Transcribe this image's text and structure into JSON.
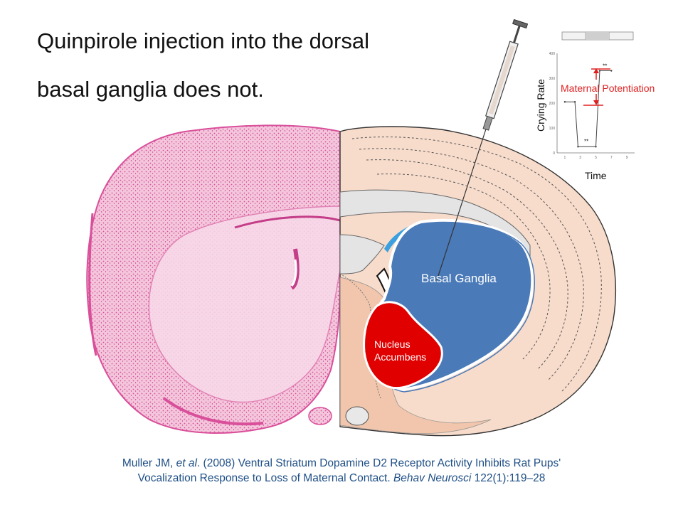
{
  "slide": {
    "title_line1": "Quinpirole injection into the dorsal",
    "title_line2": "basal ganglia does not."
  },
  "brain": {
    "basal_ganglia_label": "Basal Ganglia",
    "nucleus_label_1": "Nucleus",
    "nucleus_label_2": "Accumbens",
    "colors": {
      "basal_ganglia": "#4a7ab8",
      "nucleus_accumbens": "#e00000",
      "nissl_stain": "#d94f9a",
      "atlas_fill": "#f7dccb"
    }
  },
  "chart_data": {
    "type": "line",
    "title": "Maternal Potentiation",
    "xlabel": "Time",
    "ylabel": "Crying Rate",
    "ylim": [
      0,
      400
    ],
    "yticks": [
      "400",
      "300",
      "200",
      "100",
      "0"
    ],
    "xticks": [
      "1",
      "3",
      "5",
      "7",
      "9"
    ],
    "annotations": [
      "**",
      "**"
    ],
    "series": [
      {
        "values": [
          205,
          205,
          25,
          25,
          330,
          330
        ],
        "x": [
          1,
          2.3,
          2.7,
          5,
          5.5,
          7
        ]
      }
    ]
  },
  "citation": {
    "authors": "Muller JM, ",
    "etal": "et al",
    "part1": ". (2008) Ventral Striatum Dopamine D2 Receptor Activity Inhibits Rat Pups'",
    "part2": "Vocalization Response to Loss of Maternal Contact. ",
    "journal": "Behav Neurosci",
    "part3": " 122(1):119–28"
  }
}
